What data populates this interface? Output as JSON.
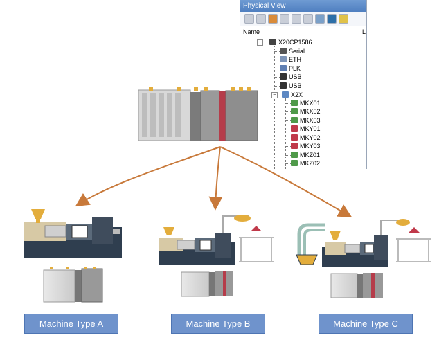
{
  "panel": {
    "title": "Physical View",
    "col_name": "Name",
    "col_l": "L",
    "root": "X20CP1586",
    "children": [
      "Serial",
      "ETH",
      "PLK",
      "USB",
      "USB",
      "X2X"
    ],
    "x2x_children": [
      "MKX01",
      "MKX02",
      "MKX03",
      "MKY01",
      "MKY02",
      "MKY03",
      "MKZ01",
      "MKZ02"
    ],
    "expand_glyph": "−"
  },
  "machines": [
    {
      "label": "Machine Type A"
    },
    {
      "label": "Machine Type B"
    },
    {
      "label": "Machine Type C"
    }
  ],
  "colors": {
    "arrow": "#c8793a",
    "label_box": "#6f93cc",
    "machine_body": "#2f3e4f",
    "hopper": "#e3ad3c",
    "plc_red": "#b53c4a"
  }
}
